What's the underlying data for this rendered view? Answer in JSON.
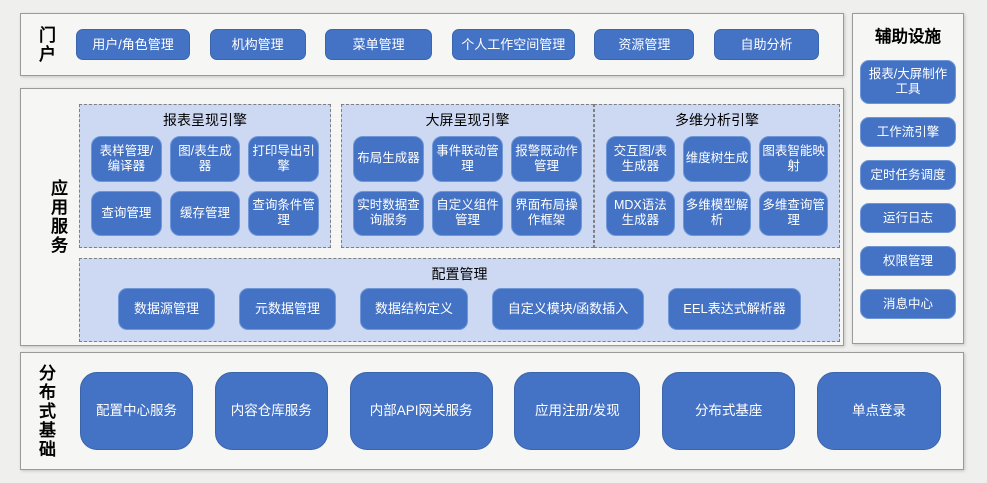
{
  "colors": {
    "accent_blue": "#4472c4",
    "panel_light_blue": "#cdd9f2",
    "section_bg": "#f6f6f4",
    "section_border": "#9a9a9a",
    "page_bg": "#eff0ee"
  },
  "portal": {
    "label": "门户",
    "buttons": [
      "用户/角色管理",
      "机构管理",
      "菜单管理",
      "个人工作空间管理",
      "资源管理",
      "自助分析"
    ]
  },
  "app_services": {
    "label": "应用服务",
    "engines": [
      {
        "title": "报表呈现引擎",
        "buttons": [
          "表样管理/编译器",
          "图/表生成器",
          "打印导出引擎",
          "查询管理",
          "缓存管理",
          "查询条件管理"
        ]
      },
      {
        "title": "大屏呈现引擎",
        "buttons": [
          "布局生成器",
          "事件联动管理",
          "报警既动作管理",
          "实时数据查询服务",
          "自定义组件管理",
          "界面布局操作框架"
        ]
      },
      {
        "title": "多维分析引擎",
        "buttons": [
          "交互图/表生成器",
          "维度树生成",
          "图表智能映射",
          "MDX语法生成器",
          "多维模型解析",
          "多维查询管理"
        ]
      }
    ],
    "config": {
      "title": "配置管理",
      "buttons": [
        "数据源管理",
        "元数据管理",
        "数据结构定义",
        "自定义模块/函数插入",
        "EEL表达式解析器"
      ]
    }
  },
  "distributed": {
    "label": "分布式基础",
    "buttons": [
      "配置中心服务",
      "内容仓库服务",
      "内部API网关服务",
      "应用注册/发现",
      "分布式基座",
      "单点登录"
    ]
  },
  "aux": {
    "label": "辅助设施",
    "buttons": [
      "报表/大屏制作工具",
      "工作流引擎",
      "定时任务调度",
      "运行日志",
      "权限管理",
      "消息中心"
    ]
  }
}
